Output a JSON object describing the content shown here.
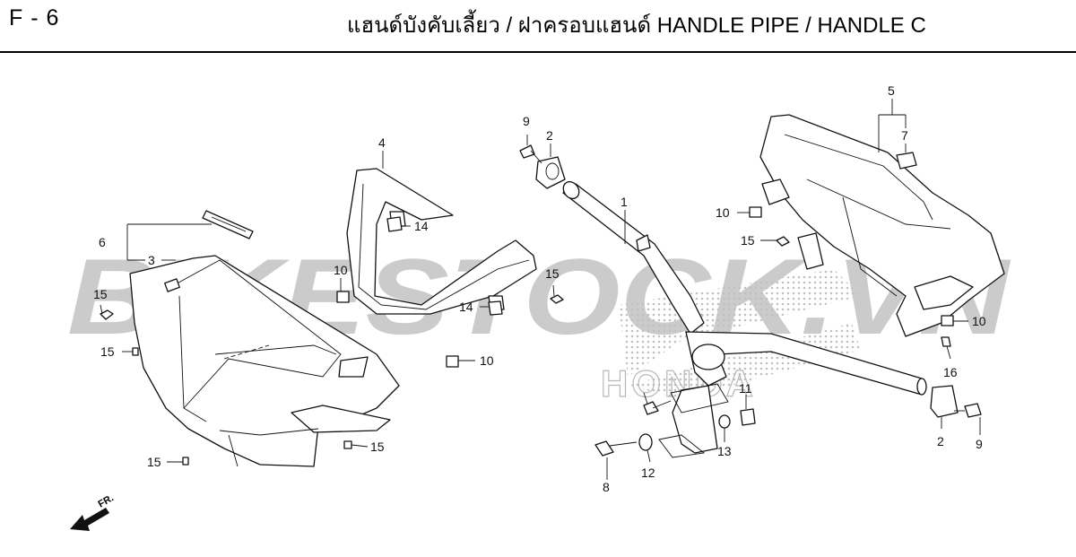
{
  "header": {
    "page_code": "F - 6",
    "title": "แฮนด์บังคับเลี้ยว / ฝาครอบแฮนด์  HANDLE PIPE / HANDLE C"
  },
  "watermark": {
    "text": "BIKESTOCK.VN",
    "logo_text": "HONDA",
    "colors": {
      "gray": "#c9c9c9",
      "red": "#f2b3b3",
      "dots": "#bdbdbd"
    }
  },
  "direction_marker": {
    "label": "FR."
  },
  "callouts": [
    {
      "id": "c1",
      "label": "1"
    },
    {
      "id": "c2a",
      "label": "2"
    },
    {
      "id": "c2b",
      "label": "2"
    },
    {
      "id": "c3",
      "label": "3"
    },
    {
      "id": "c4",
      "label": "4"
    },
    {
      "id": "c5",
      "label": "5"
    },
    {
      "id": "c6",
      "label": "6"
    },
    {
      "id": "c7",
      "label": "7"
    },
    {
      "id": "c8",
      "label": "8"
    },
    {
      "id": "c9a",
      "label": "9"
    },
    {
      "id": "c9b",
      "label": "9"
    },
    {
      "id": "c10a",
      "label": "10"
    },
    {
      "id": "c10b",
      "label": "10"
    },
    {
      "id": "c10c",
      "label": "10"
    },
    {
      "id": "c10d",
      "label": "10"
    },
    {
      "id": "c11",
      "label": "11"
    },
    {
      "id": "c12",
      "label": "12"
    },
    {
      "id": "c13",
      "label": "13"
    },
    {
      "id": "c14a",
      "label": "14"
    },
    {
      "id": "c14b",
      "label": "14"
    },
    {
      "id": "c15a",
      "label": "15"
    },
    {
      "id": "c15b",
      "label": "15"
    },
    {
      "id": "c15c",
      "label": "15"
    },
    {
      "id": "c15d",
      "label": "15"
    },
    {
      "id": "c15e",
      "label": "15"
    },
    {
      "id": "c15f",
      "label": "15"
    },
    {
      "id": "c16",
      "label": "16"
    }
  ]
}
